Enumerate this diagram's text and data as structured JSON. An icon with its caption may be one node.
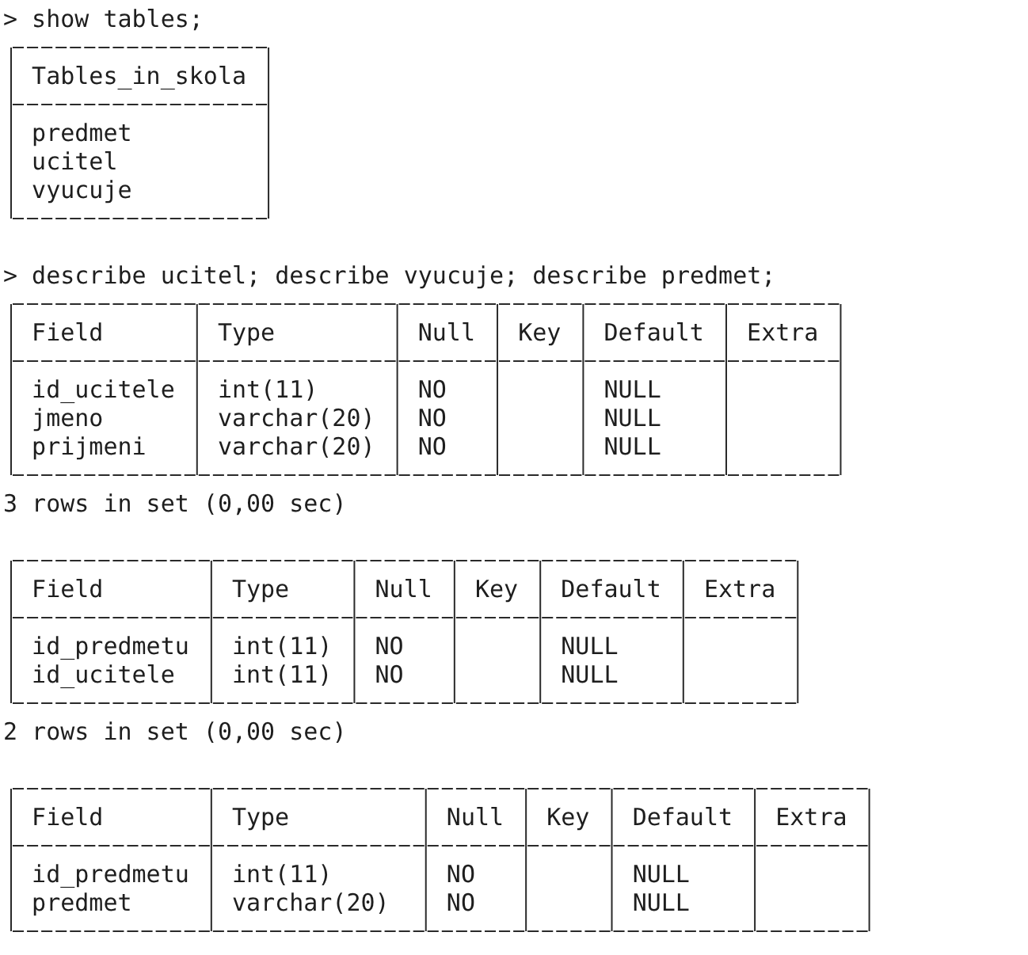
{
  "diagram": {
    "labels": [
      "> show tables;",
      "Tables_in_skola",
      "predmet",
      "ucitel",
      "vyucuje",
      "> describe ucitel; describe vyucuje; describe predmet;",
      "Field",
      "Type",
      "Null",
      "Key",
      "Default",
      "Extra",
      "id_ucitele",
      "int(11)",
      "NO",
      "NULL",
      "jmeno",
      "varchar(20)",
      "NO",
      "NULL",
      "prijmeni",
      "varchar(20)",
      "NO",
      "NULL",
      "3 rows in set (0,00 sec)",
      "Field",
      "Type",
      "Null",
      "Key",
      "Default",
      "Extra",
      "id_predmetu",
      "int(11)",
      "NO",
      "NULL",
      "id_ucitele",
      "int(11)",
      "NO",
      "NULL",
      "2 rows in set (0,00 sec)",
      "Field",
      "Type",
      "Null",
      "Key",
      "Default",
      "Extra",
      "id_predmetu",
      "int(11)",
      "NO",
      "NULL",
      "predmet",
      "varchar(20)",
      "NO",
      "NULL"
    ]
  }
}
